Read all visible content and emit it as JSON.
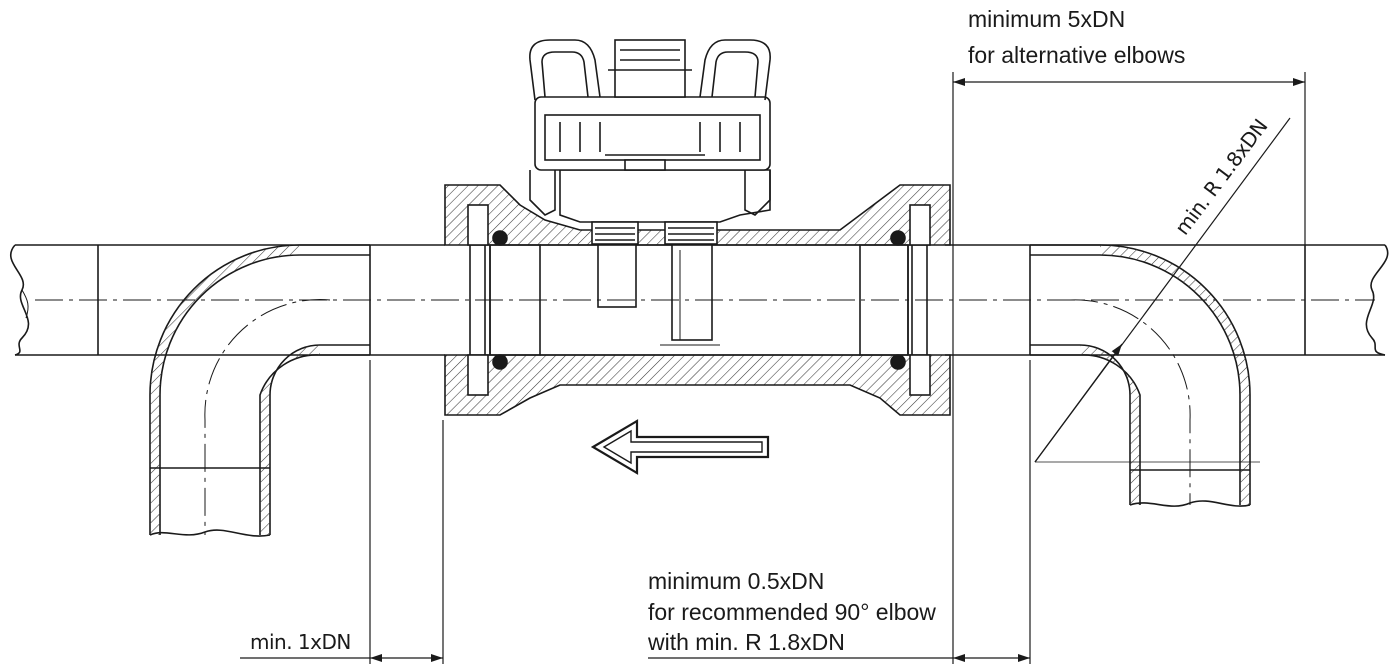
{
  "annotations": {
    "top_right": {
      "line1": "minimum 5xDN",
      "line2": "for alternative elbows"
    },
    "bottom_center": {
      "line1": "minimum 0.5xDN",
      "line2": "for recommended 90° elbow",
      "line3": "with min. R 1.8xDN"
    },
    "bottom_left": "min. 1xDN",
    "radius": "min.  R 1.8xDN"
  },
  "colors": {
    "line": "#1a1a1a",
    "hatch": "#3a3a3a",
    "background": "#ffffff"
  }
}
